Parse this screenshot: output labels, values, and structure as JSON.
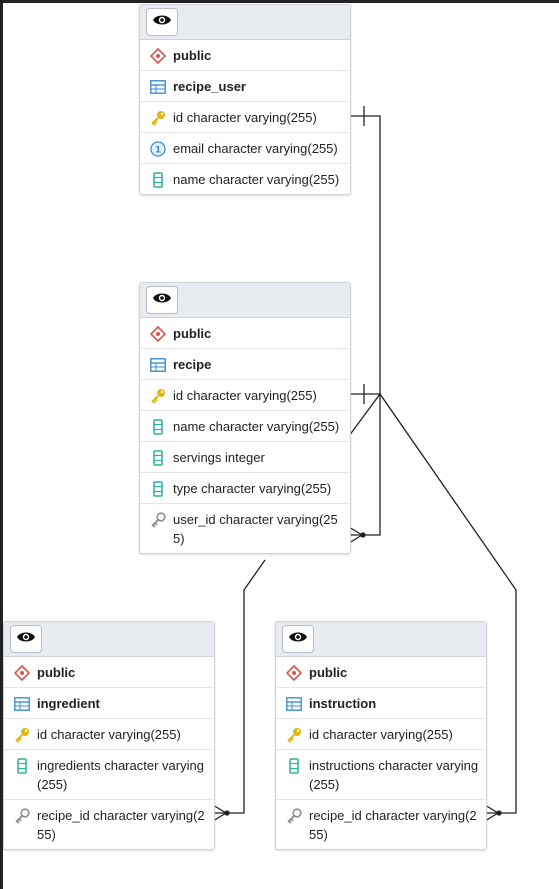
{
  "tables": [
    {
      "id": "recipe_user",
      "schema": "public",
      "name": "recipe_user",
      "columns": [
        {
          "text": "id character varying(255)",
          "icon": "primary-key-icon"
        },
        {
          "text": "email character varying(255)",
          "icon": "unique-icon"
        },
        {
          "text": "name character varying(255)",
          "icon": "column-icon"
        }
      ]
    },
    {
      "id": "recipe",
      "schema": "public",
      "name": "recipe",
      "columns": [
        {
          "text": "id character varying(255)",
          "icon": "primary-key-icon"
        },
        {
          "text": "name character varying(255)",
          "icon": "column-icon"
        },
        {
          "text": "servings integer",
          "icon": "column-icon"
        },
        {
          "text": "type character varying(255)",
          "icon": "column-icon"
        },
        {
          "text": "user_id character varying(255)",
          "icon": "foreign-key-icon"
        }
      ]
    },
    {
      "id": "ingredient",
      "schema": "public",
      "name": "ingredient",
      "columns": [
        {
          "text": "id character varying(255)",
          "icon": "primary-key-icon"
        },
        {
          "text": "ingredients character varying(255)",
          "icon": "column-icon"
        },
        {
          "text": "recipe_id character varying(255)",
          "icon": "foreign-key-icon"
        }
      ]
    },
    {
      "id": "instruction",
      "schema": "public",
      "name": "instruction",
      "columns": [
        {
          "text": "id character varying(255)",
          "icon": "primary-key-icon"
        },
        {
          "text": "instructions character varying(255)",
          "icon": "column-icon"
        },
        {
          "text": "recipe_id character varying(255)",
          "icon": "foreign-key-icon"
        }
      ]
    }
  ],
  "relations": [
    {
      "from": "recipe.user_id",
      "to": "recipe_user.id"
    },
    {
      "from": "ingredient.recipe_id",
      "to": "recipe.id"
    },
    {
      "from": "instruction.recipe_id",
      "to": "recipe.id"
    }
  ],
  "colors": {
    "key": "#e2b714",
    "schema": "#d9534f",
    "table": "#3b8ed0",
    "column": "#2bb39b",
    "unique": "#3b8ed0",
    "fk": "#8c8c8c",
    "line": "#222222"
  }
}
